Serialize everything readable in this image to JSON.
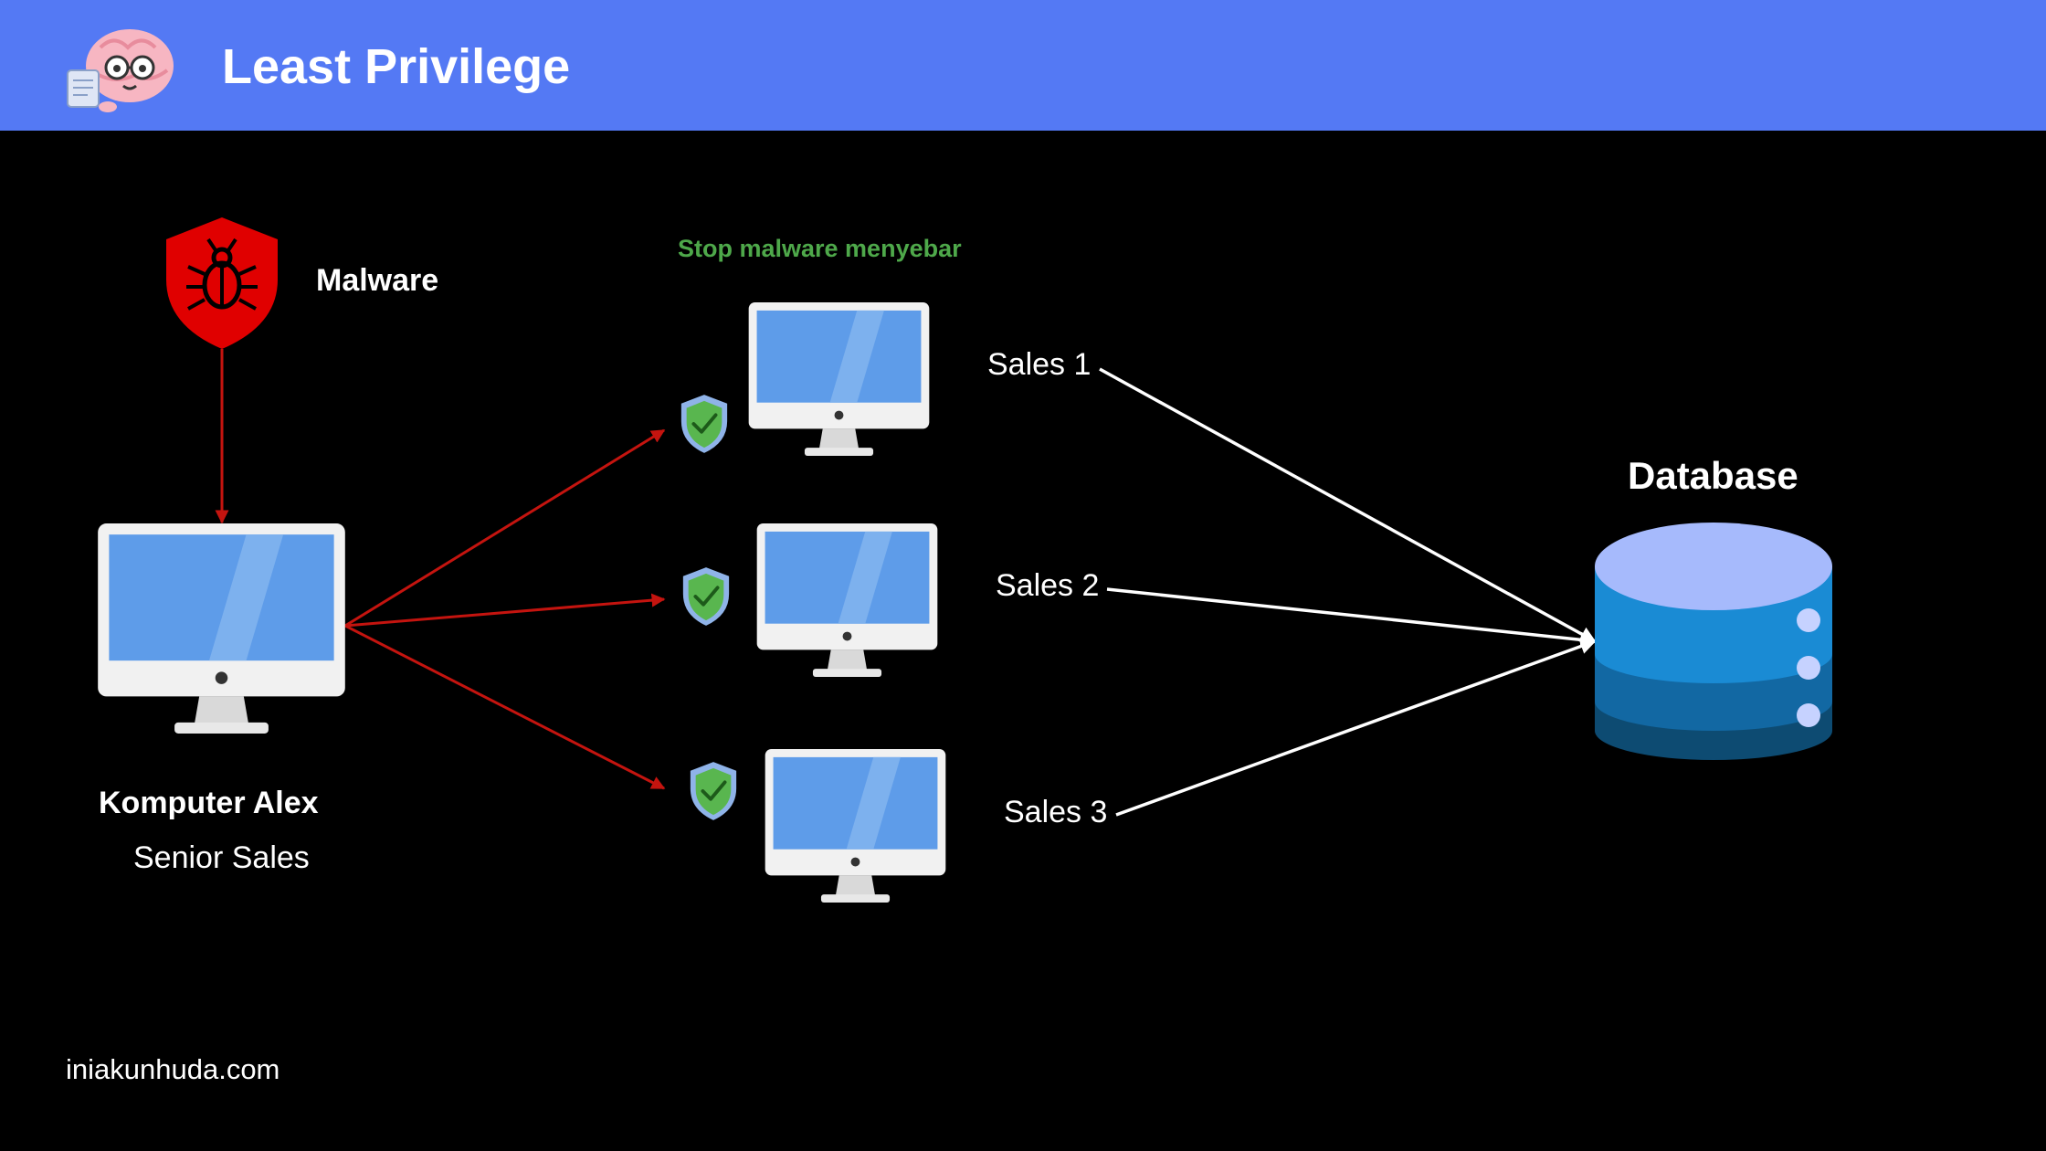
{
  "header": {
    "title": "Least Privilege",
    "background_color": "#5479f4",
    "logo_icon": "brain-mascot-icon"
  },
  "diagram": {
    "malware": {
      "label": "Malware",
      "icon": "bug-shield-icon",
      "color": "#e00000"
    },
    "source": {
      "name": "Komputer Alex",
      "role": "Senior Sales",
      "icon": "desktop-monitor-icon"
    },
    "annotation": {
      "text": "Stop malware menyebar",
      "color": "#4ea84a"
    },
    "targets": [
      {
        "label": "Sales 1",
        "icon": "desktop-monitor-icon",
        "badge": "check-shield-icon"
      },
      {
        "label": "Sales 2",
        "icon": "desktop-monitor-icon",
        "badge": "check-shield-icon"
      },
      {
        "label": "Sales 3",
        "icon": "desktop-monitor-icon",
        "badge": "check-shield-icon"
      }
    ],
    "database": {
      "label": "Database",
      "icon": "database-cylinder-icon"
    },
    "edge_colors": {
      "malware_spread": "#c4140f",
      "access": "#ffffff"
    }
  },
  "footer": {
    "website": "iniakunhuda.com"
  }
}
